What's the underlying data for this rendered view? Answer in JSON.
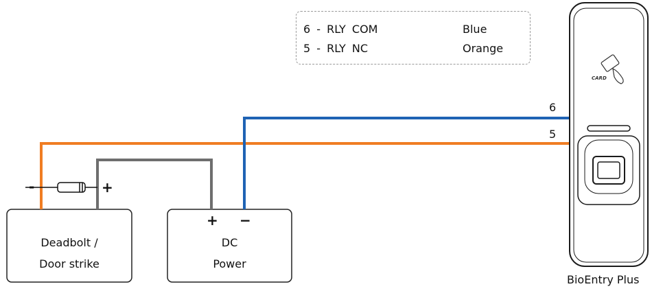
{
  "legend": {
    "rows": [
      {
        "signal": "6 - RLY COM",
        "color": "Blue"
      },
      {
        "signal": "5 - RLY NC",
        "color": "Orange"
      }
    ]
  },
  "wires": {
    "blue": {
      "number": "6",
      "hex": "#1f63b4"
    },
    "orange": {
      "number": "5",
      "hex": "#f07d23"
    },
    "gray": {
      "hex": "#6e6e6e"
    }
  },
  "deadbolt": {
    "line1": "Deadbolt /",
    "line2": "Door strike"
  },
  "power": {
    "line1": "DC",
    "line2": "Power",
    "plus": "+",
    "minus": "−"
  },
  "diode": {
    "minus": "-",
    "plus": "+"
  },
  "device": {
    "name": "BioEntry Plus",
    "card_label": "CARD"
  }
}
